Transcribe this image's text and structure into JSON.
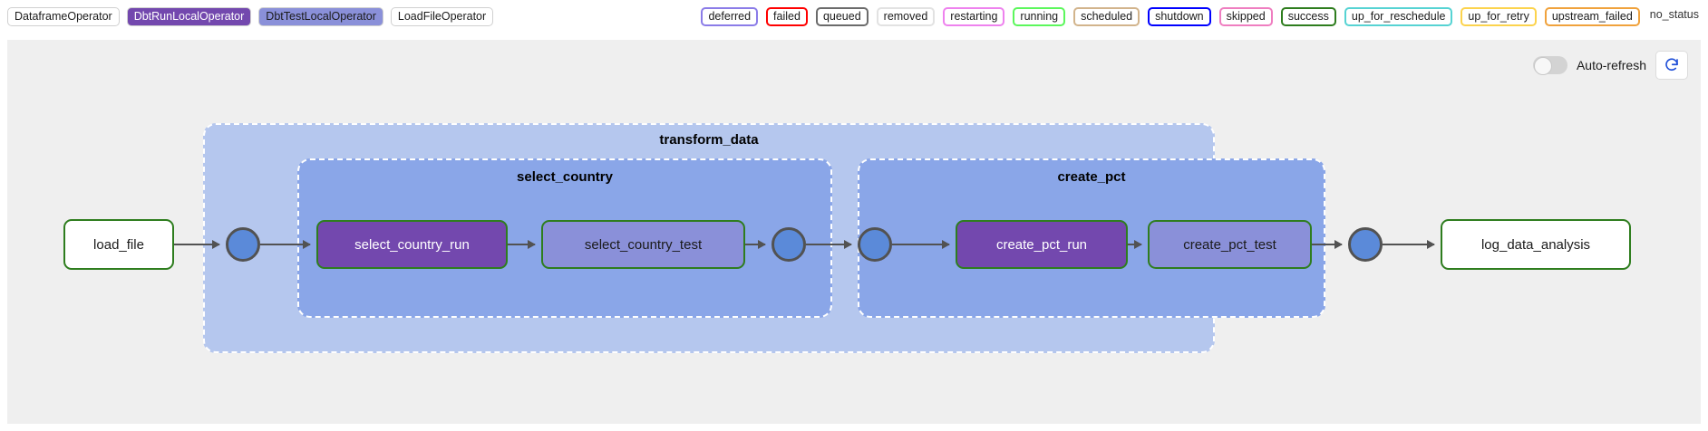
{
  "legend": {
    "operators": [
      {
        "label": "DataframeOperator",
        "fill": "#ffffff",
        "text": "#1b1b1b",
        "border": "#d0d0d0"
      },
      {
        "label": "DbtRunLocalOperator",
        "fill": "#7348ae",
        "text": "#ffffff",
        "border": "#d0d0d0"
      },
      {
        "label": "DbtTestLocalOperator",
        "fill": "#8a90d9",
        "text": "#1b1b1b",
        "border": "#d0d0d0"
      },
      {
        "label": "LoadFileOperator",
        "fill": "#ffffff",
        "text": "#1b1b1b",
        "border": "#d0d0d0"
      }
    ],
    "statuses": [
      {
        "label": "deferred",
        "color": "#8b7ce8"
      },
      {
        "label": "failed",
        "color": "#ff0000"
      },
      {
        "label": "queued",
        "color": "#6b6b6b"
      },
      {
        "label": "removed",
        "color": "#e2e2e2"
      },
      {
        "label": "restarting",
        "color": "#ee82ee"
      },
      {
        "label": "running",
        "color": "#5cf75c"
      },
      {
        "label": "scheduled",
        "color": "#d2b48c"
      },
      {
        "label": "shutdown",
        "color": "#0000ff"
      },
      {
        "label": "skipped",
        "color": "#ef7ec0"
      },
      {
        "label": "success",
        "color": "#2e7d1e"
      },
      {
        "label": "up_for_reschedule",
        "color": "#56d3d3"
      },
      {
        "label": "up_for_retry",
        "color": "#fcd34d"
      },
      {
        "label": "upstream_failed",
        "color": "#f0a23c"
      },
      {
        "label": "no_status",
        "color": "none"
      }
    ]
  },
  "toolbar": {
    "auto_refresh_label": "Auto-refresh",
    "auto_refresh_on": false,
    "refresh_icon": "refresh-icon",
    "refresh_icon_color": "#1f4fd8"
  },
  "graph": {
    "groups": [
      {
        "id": "transform_data",
        "label": "transform_data",
        "fill": "#b5c7ee"
      },
      {
        "id": "select_country",
        "label": "select_country",
        "fill": "#8aa6e8"
      },
      {
        "id": "create_pct",
        "label": "create_pct",
        "fill": "#8aa6e8"
      }
    ],
    "tasks": [
      {
        "id": "load_file",
        "label": "load_file",
        "operator": "LoadFileOperator",
        "fill": "#ffffff",
        "border": "#2e7d1e"
      },
      {
        "id": "select_country_run",
        "label": "select_country_run",
        "operator": "DbtRunLocalOperator",
        "fill": "#7348ae",
        "border": "#2e7d1e"
      },
      {
        "id": "select_country_test",
        "label": "select_country_test",
        "operator": "DbtTestLocalOperator",
        "fill": "#8a90d9",
        "border": "#2e7d1e"
      },
      {
        "id": "create_pct_run",
        "label": "create_pct_run",
        "operator": "DbtRunLocalOperator",
        "fill": "#7348ae",
        "border": "#2e7d1e"
      },
      {
        "id": "create_pct_test",
        "label": "create_pct_test",
        "operator": "DbtTestLocalOperator",
        "fill": "#8a90d9",
        "border": "#2e7d1e"
      },
      {
        "id": "log_data_analysis",
        "label": "log_data_analysis",
        "operator": "DataframeOperator",
        "fill": "#ffffff",
        "border": "#2e7d1e"
      }
    ],
    "join_nodes": [
      {
        "id": "join-1",
        "fill": "#5b8ad9"
      },
      {
        "id": "join-2",
        "fill": "#5b8ad9"
      },
      {
        "id": "join-3",
        "fill": "#5b8ad9"
      },
      {
        "id": "join-4",
        "fill": "#5b8ad9"
      }
    ],
    "edges": [
      {
        "from": "load_file",
        "to": "join-1"
      },
      {
        "from": "join-1",
        "to": "select_country_run"
      },
      {
        "from": "select_country_run",
        "to": "select_country_test"
      },
      {
        "from": "select_country_test",
        "to": "join-2"
      },
      {
        "from": "join-2",
        "to": "join-3"
      },
      {
        "from": "join-3",
        "to": "create_pct_run"
      },
      {
        "from": "create_pct_run",
        "to": "create_pct_test"
      },
      {
        "from": "create_pct_test",
        "to": "join-4"
      },
      {
        "from": "join-4",
        "to": "log_data_analysis"
      }
    ]
  }
}
